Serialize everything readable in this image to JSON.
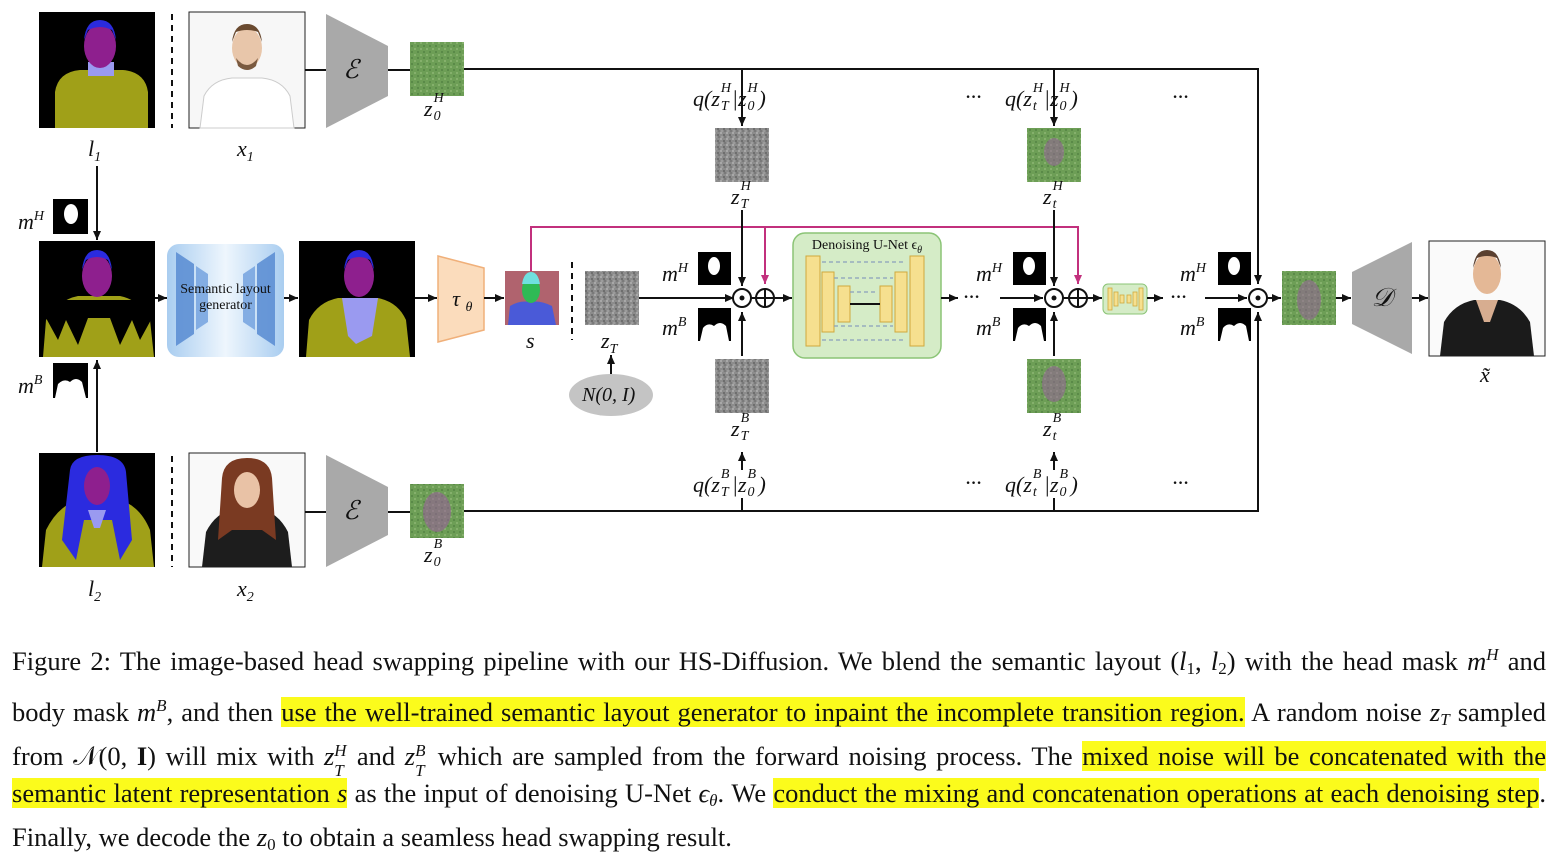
{
  "figure": {
    "labels": {
      "l1": "l",
      "l1_sub": "1",
      "x1": "x",
      "x1_sub": "1",
      "l2": "l",
      "l2_sub": "2",
      "x2": "x",
      "x2_sub": "2",
      "z0H": "z",
      "z0H_sub": "0",
      "z0H_sup": "H",
      "z0B": "z",
      "z0B_sub": "0",
      "z0B_sup": "B",
      "mH": "m",
      "mH_sup": "H",
      "mB": "m",
      "mB_sup": "B",
      "s": "s",
      "zT": "z",
      "zT_sub": "T",
      "zTH": "z",
      "zTH_sub": "T",
      "zTH_sup": "H",
      "zTB": "z",
      "zTB_sub": "T",
      "zTB_sup": "B",
      "ztH": "z",
      "ztH_sub": "t",
      "ztH_sup": "H",
      "ztB": "z",
      "ztB_sub": "t",
      "ztB_sup": "B",
      "qTH": "q(z",
      "qTB": "q(z",
      "qtH": "q(z",
      "qtB": "q(z",
      "noise": "N(0, I)",
      "encoder": "ℰ",
      "decoder": "𝒟",
      "tau": "τ",
      "tau_sub": "θ",
      "xtilde": "x̃",
      "ellipsis": "···",
      "semantic_gen": "Semantic layout generator",
      "unet_title": "Denoising U-Net ϵ",
      "unet_title_sub": "θ"
    }
  },
  "caption": {
    "p1": "Figure 2: The image-based head swapping pipeline with our HS-Diffusion. We blend the semantic layout (",
    "l1": "l",
    "l1_sub": "1",
    "comma": ", ",
    "l2": "l",
    "l2_sub": "2",
    "p2": ") with the head mask ",
    "mH": "m",
    "H": "H",
    "p3": " and body mask ",
    "mB": "m",
    "B": "B",
    "p4": ", and then ",
    "h1": "use the well-trained semantic layout generator to inpaint the incomplete transition region.",
    "p5": " A random noise ",
    "zT": "z",
    "T": "T",
    "p6": " sampled from ",
    "N": "𝒩",
    "p7": "(0, ",
    "I": "I",
    "p8": ") will mix with ",
    "p9": " and ",
    "p10": " which are sampled from the forward noising process. The ",
    "h2": "mixed noise will be concatenated with the semantic latent representation ",
    "h2s": "s",
    "p11": " as the input of denoising U-Net ",
    "eps": "ϵ",
    "theta": "θ",
    "p12": ". We ",
    "h3": "conduct the mixing and concatenation operations at each denoising step",
    "p13": ". Finally, we decode the ",
    "z0": "z",
    "zero": "0",
    "p14": " to obtain a seamless head swapping result."
  },
  "colors": {
    "highlight": "#fbfb1c",
    "pink_arrow": "#c2307d",
    "unet_bg": "#d5ecc7",
    "unet_blocks": "#f6e08f",
    "tau_fill": "#fbdcbc",
    "gen_fill": "#cde3f5",
    "latent_green": "#64a24a",
    "noise_gray": "#8a8a8a",
    "mask_purple": "#8e1f8e",
    "body_olive": "#a0a018",
    "hair_blue": "#2b2bdf"
  }
}
